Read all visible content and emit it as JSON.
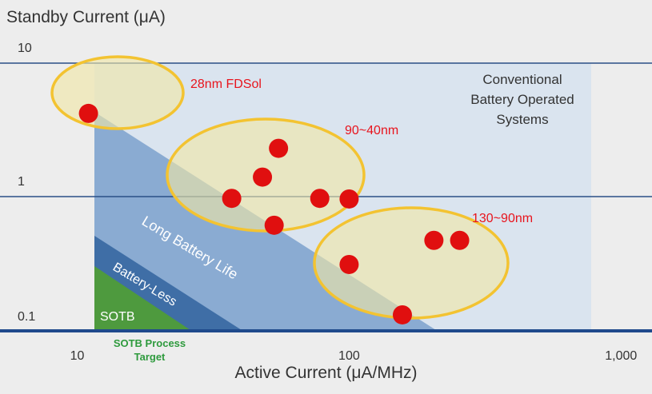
{
  "chart_data": {
    "type": "scatter",
    "ylabel": "Standby Current (μA)",
    "xlabel": "Active Current (μA/MHz)",
    "x_scale": "log",
    "y_scale": "log",
    "xlim": [
      5.2,
      1300
    ],
    "ylim": [
      0.1,
      10
    ],
    "x_ticks": [
      {
        "value": 10,
        "label": "10"
      },
      {
        "value": 100,
        "label": "100"
      },
      {
        "value": 1000,
        "label": "1,000"
      }
    ],
    "y_ticks": [
      {
        "value": 0.1,
        "label": "0.1"
      },
      {
        "value": 1,
        "label": "1"
      },
      {
        "value": 10,
        "label": "10"
      }
    ],
    "series": [
      {
        "name": "28nm FDSol",
        "points": [
          [
            11,
            4.2
          ]
        ]
      },
      {
        "name": "90~40nm",
        "points": [
          [
            55,
            2.3
          ],
          [
            48,
            1.4
          ],
          [
            37,
            0.97
          ],
          [
            78,
            0.97
          ],
          [
            100,
            0.96
          ],
          [
            53,
            0.61
          ]
        ]
      },
      {
        "name": "130~90nm",
        "points": [
          [
            205,
            0.47
          ],
          [
            255,
            0.47
          ],
          [
            100,
            0.31
          ],
          [
            157,
            0.13
          ]
        ]
      }
    ],
    "region_labels": {
      "conventional": [
        "Conventional",
        "Battery Operated",
        "Systems"
      ],
      "long_battery": "Long Battery Life",
      "battery_less": "Battery-Less",
      "sotb": "SOTB"
    },
    "annotation": [
      "SOTB Process",
      "Target"
    ],
    "colors": {
      "background": "#ededed",
      "conventional_region": "#dae4ef",
      "long_battery_region": "#8aabd2",
      "battery_less_region": "#3f6ea6",
      "sotb_region": "#4e9a3e",
      "gridline": "#2b4f86",
      "baseline": "#1f4a8c",
      "point": "#e00f0f",
      "cluster_fill": "#f0e6a6",
      "cluster_stroke": "#f3c331",
      "cluster_label": "#e8141d",
      "annotation": "#2e9a3d"
    }
  }
}
